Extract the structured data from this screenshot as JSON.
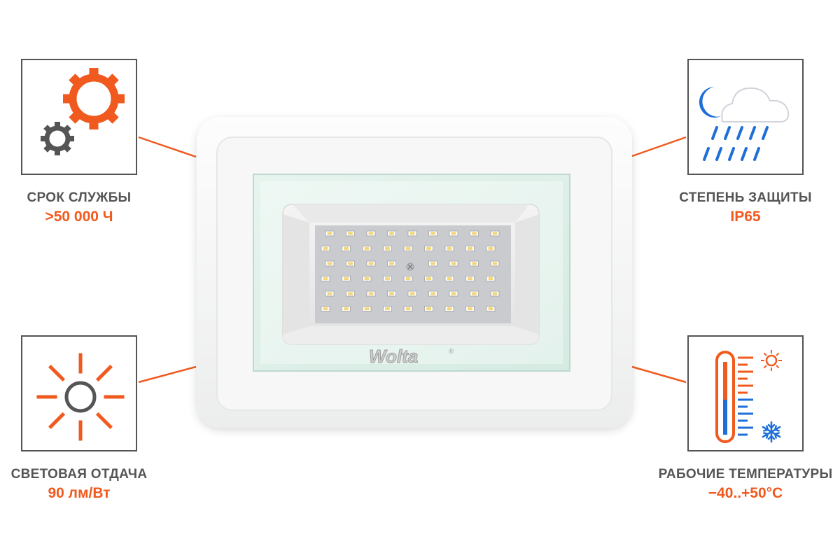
{
  "features": {
    "lifetime": {
      "title": "СРОК СЛУЖБЫ",
      "value": ">50 000 Ч",
      "icon": "gears-icon"
    },
    "protection": {
      "title": "СТЕПЕНЬ ЗАЩИТЫ",
      "value": "IP65",
      "icon": "rain-cloud-icon"
    },
    "efficacy": {
      "title": "СВЕТОВАЯ ОТДАЧА",
      "value": "90 лм/Вт",
      "icon": "sun-icon"
    },
    "temperature": {
      "title": "РАБОЧИЕ ТЕМПЕРАТУРЫ",
      "value": "−40..+50°C",
      "icon": "thermometer-icon"
    }
  },
  "product": {
    "brand": "Wolta",
    "brand_mark": "®",
    "led_rows": 6,
    "led_cols": 9
  },
  "colors": {
    "accent": "#f05a1e",
    "text_gray": "#555555",
    "frame_gray": "#545454",
    "icon_blue": "#1e6fd8",
    "icon_gray": "#555555"
  }
}
